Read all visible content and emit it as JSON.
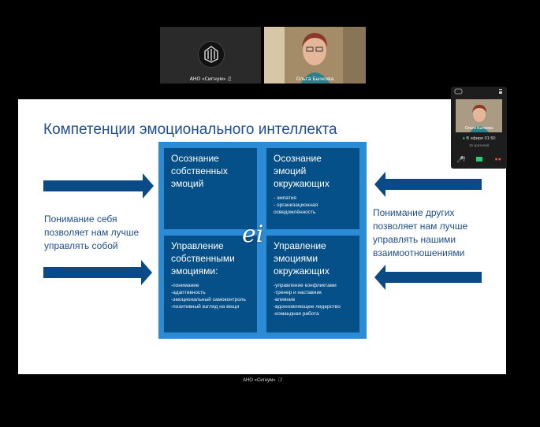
{
  "participants": {
    "org_name": "АНО «Сигнум»",
    "host_name": "Ольга Бычкова"
  },
  "slide": {
    "title": "Компетенции эмоционального интеллекта",
    "left_text": "Понимание себя позволяет нам  лучше управлять собой",
    "right_text": "Понимание  других позволяет нам лучше управлять нашими взаимоотношениями",
    "center_mark": "ei",
    "cells": [
      {
        "title": "Осознание собственных эмоций",
        "items": []
      },
      {
        "title": "Осознание эмоций окружающих",
        "items": [
          "- эмпатия",
          "- организационная осведомлённость"
        ]
      },
      {
        "title": "Управление собственными эмоциями:",
        "items": [
          "-понимание",
          "-адаптивность",
          "-эмоциональный самоконтроль",
          "-позитивный взгляд на вещи"
        ]
      },
      {
        "title": "Управление эмоциями окружающих",
        "items": [
          "-управление конфликтами",
          "-тренер и наставник",
          "-влияние",
          "-вдохновляющее лидерство",
          "-командная работа"
        ]
      }
    ]
  },
  "preview": {
    "name": "Ольга Бычкова",
    "live_text": "В эфире 01:50",
    "viewers_text": "15 зрителей"
  },
  "bottom": {
    "label": "АНО «Сигнум»"
  }
}
